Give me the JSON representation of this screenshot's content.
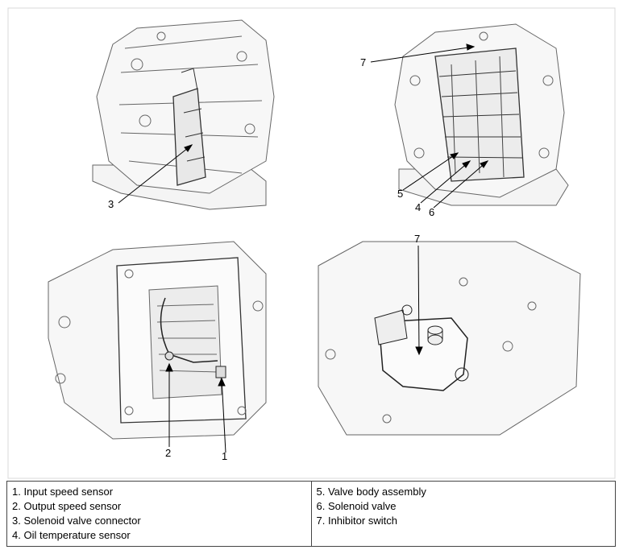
{
  "callouts": {
    "c1": "1",
    "c2": "2",
    "c3": "3",
    "c4": "4",
    "c5": "5",
    "c6": "6",
    "c7a": "7",
    "c7b": "7"
  },
  "legend": {
    "left": [
      "1. Input speed sensor",
      "2. Output speed sensor",
      "3. Solenoid valve connector",
      "4. Oil temperature sensor"
    ],
    "right": [
      "5. Valve body assembly",
      "6. Solenoid valve",
      "7. Inhibitor switch"
    ]
  }
}
